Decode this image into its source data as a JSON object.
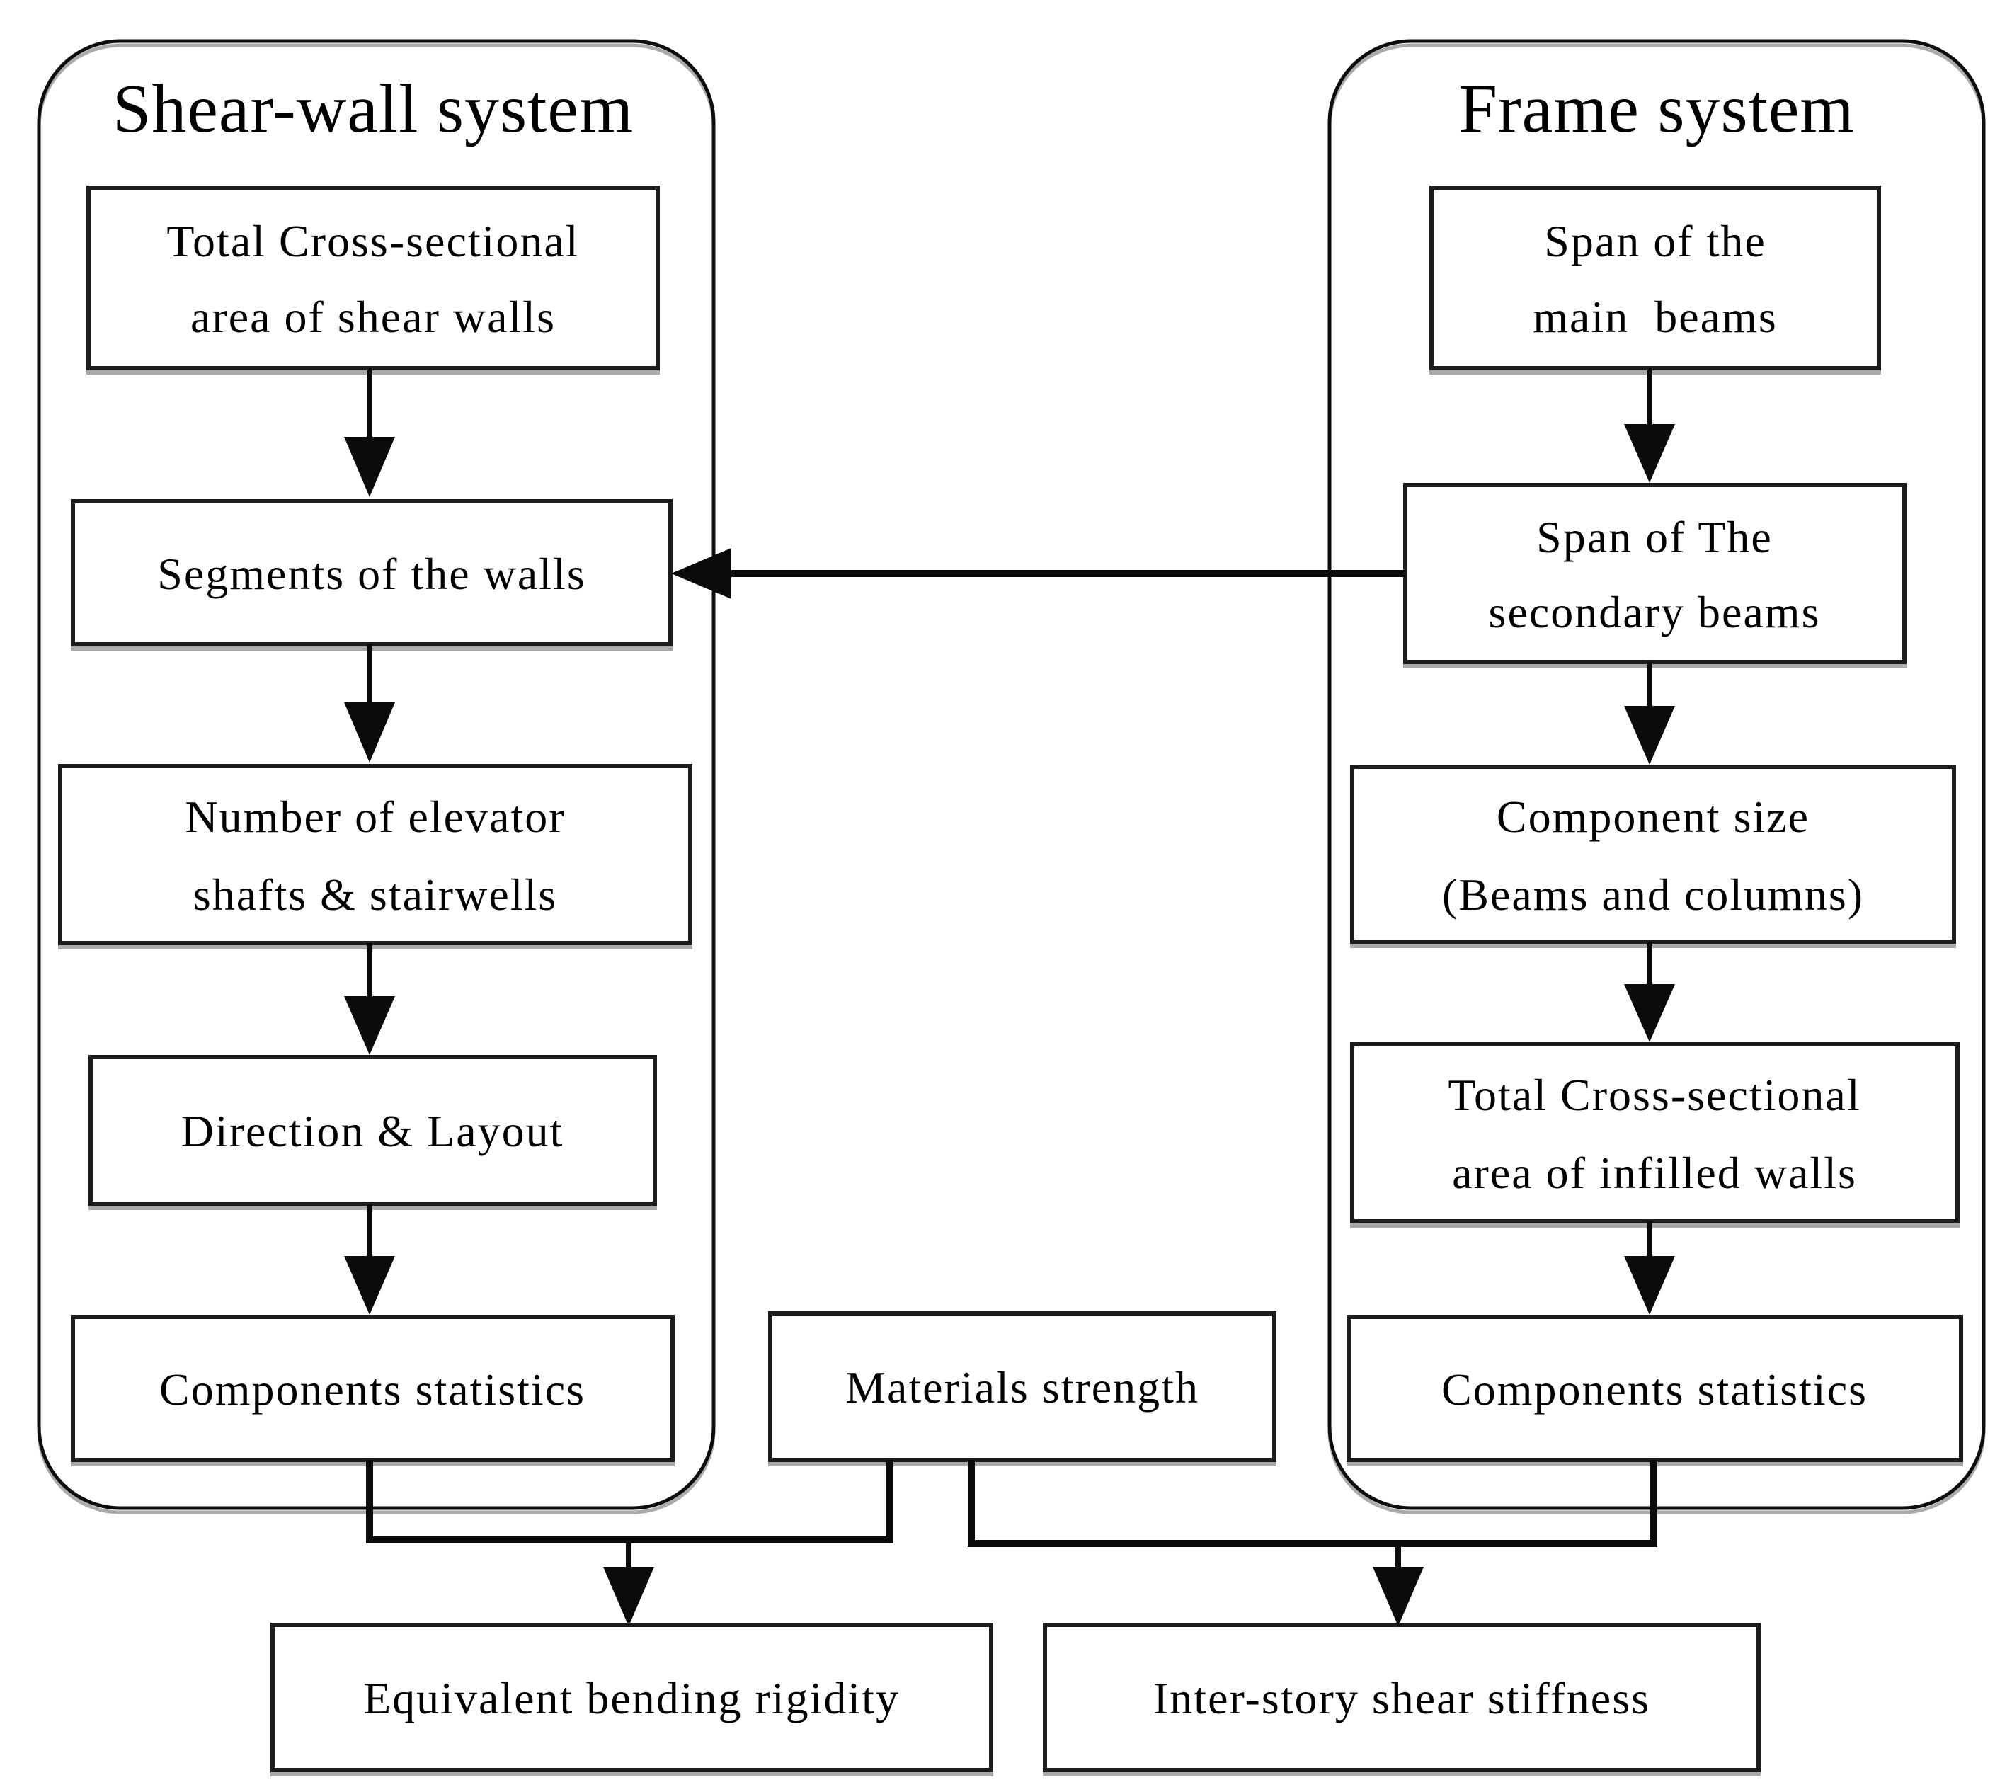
{
  "diagram": {
    "colors": {
      "stroke": "#1c1c1c",
      "text": "#000000",
      "background": "#ffffff",
      "arrow": "#0b0b0b"
    },
    "left_group": {
      "title": "Shear-wall system",
      "boxes": [
        {
          "line1": "Total Cross-sectional",
          "line2": "area of shear walls"
        },
        {
          "line1": "Segments of the walls",
          "line2": ""
        },
        {
          "line1": "Number of elevator",
          "line2": "shafts & stairwells"
        },
        {
          "line1": "Direction & Layout",
          "line2": ""
        },
        {
          "line1": "Components statistics",
          "line2": ""
        }
      ]
    },
    "right_group": {
      "title": "Frame system",
      "boxes": [
        {
          "line1": "Span of the",
          "line2": "main  beams"
        },
        {
          "line1": "Span of The",
          "line2": "secondary beams"
        },
        {
          "line1": "Component size",
          "line2": "(Beams and columns)"
        },
        {
          "line1": "Total Cross-sectional",
          "line2": "area of infilled walls"
        },
        {
          "line1": "Components statistics",
          "line2": ""
        }
      ]
    },
    "middle_box": {
      "label": "Materials strength"
    },
    "outputs": {
      "left": "Equivalent bending rigidity",
      "right": "Inter-story shear stiffness"
    }
  }
}
